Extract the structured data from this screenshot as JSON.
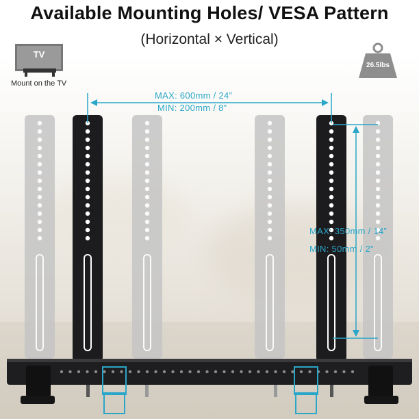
{
  "header": {
    "title": "Available Mounting Holes/ VESA Pattern",
    "subtitle": "(Horizontal × Vertical)"
  },
  "tv_icon": {
    "label": "TV",
    "caption": "Mount on the TV"
  },
  "weight_icon": {
    "label": "26.5lbs"
  },
  "horizontal": {
    "max": "MAX: 600mm / 24”",
    "min": "MIN: 200mm / 8”"
  },
  "vertical": {
    "max": "MAX: 350mm / 14”",
    "min": "MIN: 50mm / 2”"
  },
  "colors": {
    "accent": "#2aa6c8",
    "bracket_dark": "#1c1c1e",
    "bracket_light": "#bdbdbd"
  }
}
